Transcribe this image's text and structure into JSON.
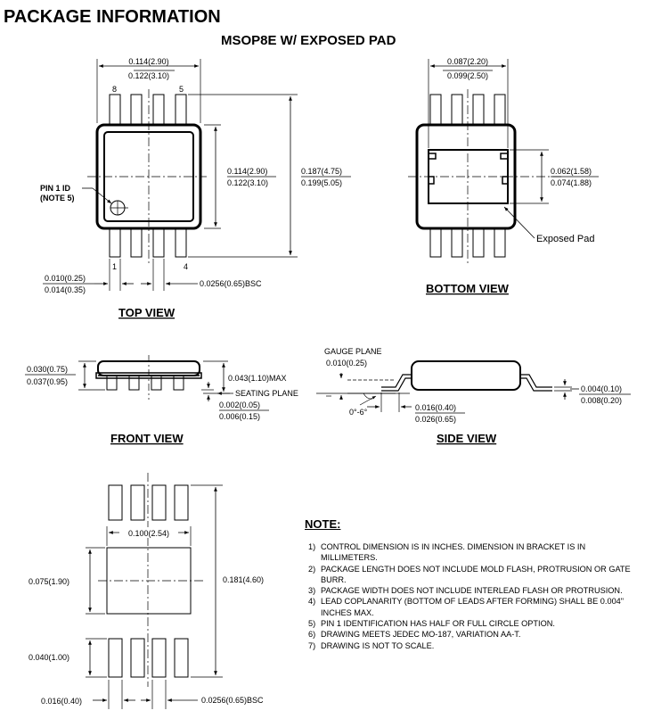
{
  "title": "PACKAGE INFORMATION",
  "subtitle": "MSOP8E W/ EXPOSED PAD",
  "top_view": {
    "caption": "TOP VIEW",
    "width_dim": {
      "min": "0.114(2.90)",
      "max": "0.122(3.10)"
    },
    "body_dim": {
      "min": "0.114(2.90)",
      "max": "0.122(3.10)"
    },
    "overall_dim": {
      "min": "0.187(4.75)",
      "max": "0.199(5.05)"
    },
    "pin_labels": [
      "8",
      "5",
      "1",
      "4"
    ],
    "pin1_label": [
      "PIN 1 ID",
      "(NOTE 5)"
    ],
    "lead_width": {
      "min": "0.010(0.25)",
      "max": "0.014(0.35)"
    },
    "pitch": "0.0256(0.65)BSC"
  },
  "bottom_view": {
    "caption": "BOTTOM VIEW",
    "pad_width": {
      "min": "0.087(2.20)",
      "max": "0.099(2.50)"
    },
    "pad_height": {
      "min": "0.062(1.58)",
      "max": "0.074(1.88)"
    },
    "pad_label": "Exposed Pad"
  },
  "front_view": {
    "caption": "FRONT VIEW",
    "body_height": {
      "min": "0.030(0.75)",
      "max": "0.037(0.95)"
    },
    "max_height": "0.043(1.10)MAX",
    "standoff": {
      "min": "0.002(0.05)",
      "max": "0.006(0.15)"
    },
    "seating_plane": "SEATING PLANE"
  },
  "side_view": {
    "caption": "SIDE VIEW",
    "gauge_plane": "GAUGE PLANE",
    "gauge_dim": "0.010(0.25)",
    "angle": "0°-6°",
    "foot_length": {
      "min": "0.016(0.40)",
      "max": "0.026(0.65)"
    },
    "lead_thickness": {
      "min": "0.004(0.10)",
      "max": "0.008(0.20)"
    }
  },
  "footprint": {
    "pad_span": "0.100(2.54)",
    "center_pad": "0.075(1.90)",
    "overall": "0.181(4.60)",
    "pad_length": "0.040(1.00)",
    "pad_width": "0.016(0.40)",
    "pitch": "0.0256(0.65)BSC"
  },
  "notes": {
    "heading": "NOTE:",
    "items": [
      {
        "num": "1)",
        "text": "CONTROL DIMENSION IS IN INCHES.  DIMENSION IN BRACKET IS IN MILLIMETERS."
      },
      {
        "num": "2)",
        "text": "PACKAGE LENGTH DOES NOT INCLUDE MOLD FLASH, PROTRUSION OR GATE BURR."
      },
      {
        "num": "3)",
        "text": "PACKAGE WIDTH DOES NOT INCLUDE INTERLEAD FLASH OR PROTRUSION."
      },
      {
        "num": "4)",
        "text": "LEAD COPLANARITY (BOTTOM OF LEADS AFTER FORMING) SHALL BE 0.004\" INCHES MAX."
      },
      {
        "num": "5)",
        "text": "PIN 1 IDENTIFICATION HAS HALF OR FULL CIRCLE OPTION."
      },
      {
        "num": "6)",
        "text": "DRAWING MEETS JEDEC MO-187, VARIATION AA-T."
      },
      {
        "num": "7)",
        "text": "DRAWING IS NOT TO SCALE."
      }
    ]
  }
}
